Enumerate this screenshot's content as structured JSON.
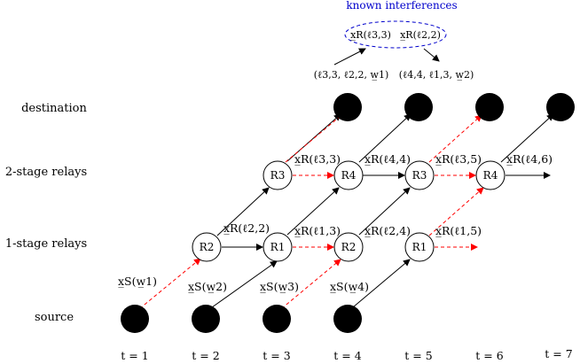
{
  "known_interferences": {
    "title": "known interferences",
    "item_a": "x̲R(ℓ3,3)",
    "item_b": "x̲R(ℓ2,2)",
    "tuple_a": "(ℓ3,3, ℓ2,2, w̲1)",
    "tuple_b": "(ℓ4,4, ℓ1,3, w̲2)",
    "border_color": "#0000cc"
  },
  "row_labels": {
    "destination": "destination",
    "stage2": "2-stage relays",
    "stage1": "1-stage relays",
    "source": "source"
  },
  "time_labels": [
    "t = 1",
    "t = 2",
    "t = 3",
    "t = 4",
    "t = 5",
    "t = 6",
    "t = 7"
  ],
  "relay_nodes": {
    "r_t2": "R2",
    "r_t3_s1": "R1",
    "r_t3_s2": "R3",
    "r_t4_s1": "R2",
    "r_t4_s2": "R4",
    "r_t5_s1": "R1",
    "r_t5_s2": "R3",
    "r_t6_s2": "R4"
  },
  "edge_labels": {
    "xs_w1": "x̲S(w̲1)",
    "xs_w2": "x̲S(w̲2)",
    "xs_w3": "x̲S(w̲3)",
    "xs_w4": "x̲S(w̲4)",
    "xr_l22": "x̲R(ℓ2,2)",
    "xr_l13": "x̲R(ℓ1,3)",
    "xr_l24": "x̲R(ℓ2,4)",
    "xr_l15": "x̲R(ℓ1,5)",
    "xr_l33": "x̲R(ℓ3,3)",
    "xr_l44": "x̲R(ℓ4,4)",
    "xr_l35": "x̲R(ℓ3,5)",
    "xr_l46": "x̲R(ℓ4,6)"
  },
  "colors": {
    "known_arrow": "#000000",
    "interference_arrow": "#ff0000",
    "node_fill": "#000000"
  }
}
